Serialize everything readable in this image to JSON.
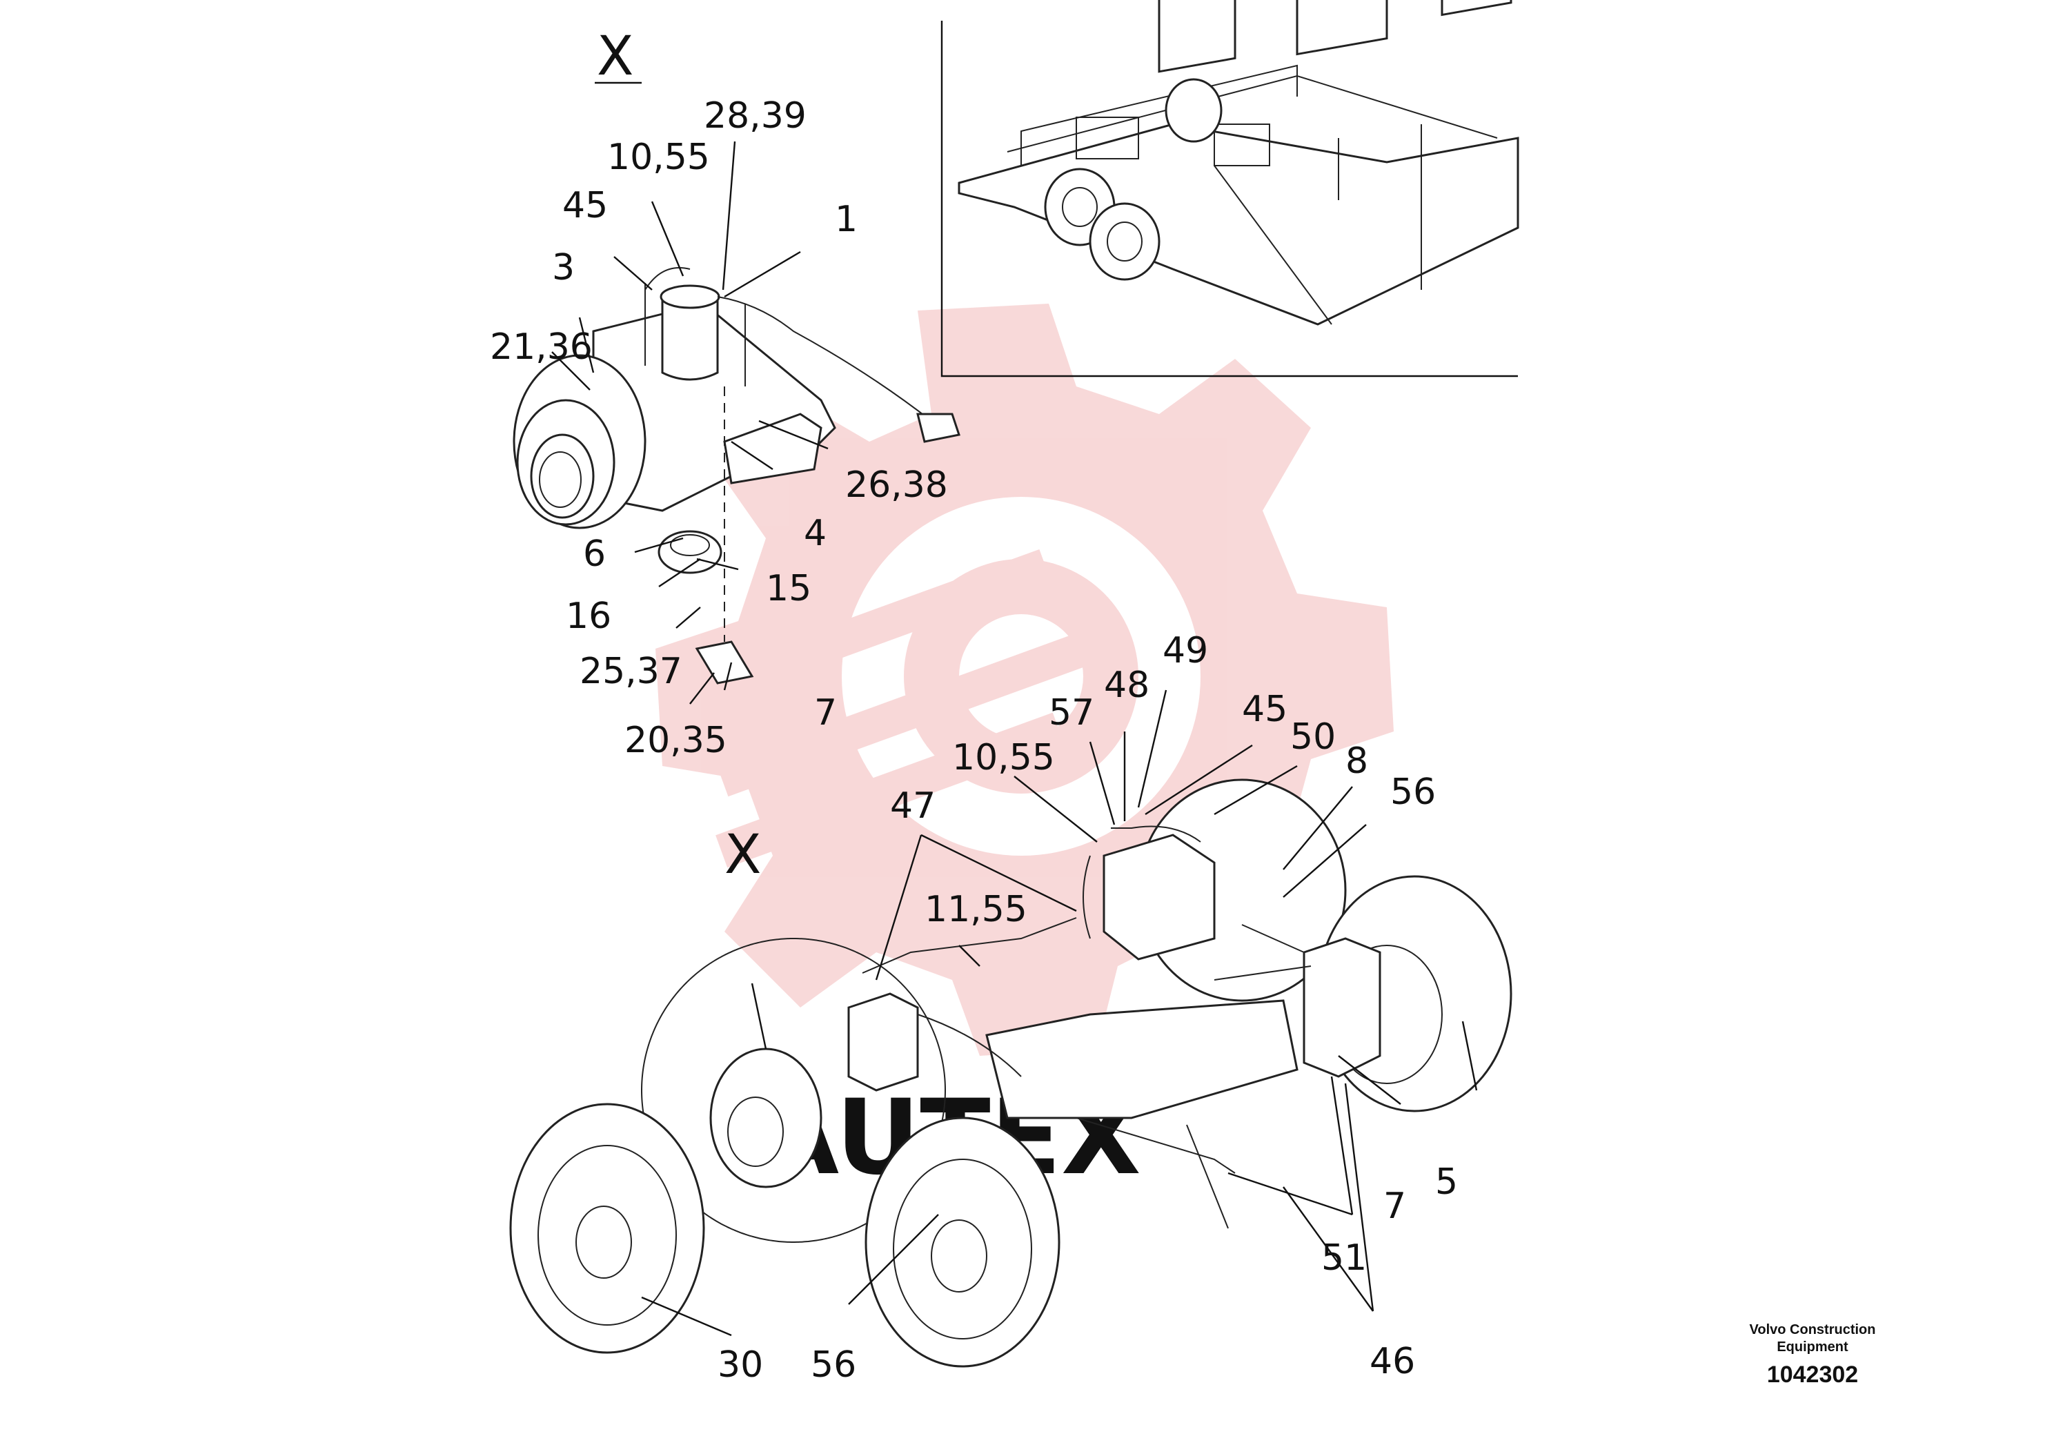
{
  "view_marker": "X",
  "labels": {
    "l_28_39": "28,39",
    "l_10_55_top": "10,55",
    "l_45_top": "45",
    "l_1": "1",
    "l_3": "3",
    "l_21_36": "21,36",
    "l_26_38": "26,38",
    "l_4": "4",
    "l_6": "6",
    "l_15": "15",
    "l_16": "16",
    "l_25_37": "25,37",
    "l_7_top": "7",
    "l_20_35": "20,35",
    "l_49": "49",
    "l_48": "48",
    "l_57": "57",
    "l_45_mid": "45",
    "l_50": "50",
    "l_10_55_mid": "10,55",
    "l_8": "8",
    "l_56_right": "56",
    "l_47": "47",
    "l_11_55": "11,55",
    "l_7_bottom": "7",
    "l_5": "5",
    "l_51": "51",
    "l_30": "30",
    "l_56_bottom": "56",
    "l_46": "46"
  },
  "footer": {
    "brand_line1": "Volvo Construction",
    "brand_line2": "Equipment",
    "doc_number": "1042302"
  },
  "watermark": {
    "color": "#f2b3b3",
    "text": "AUTEX"
  }
}
